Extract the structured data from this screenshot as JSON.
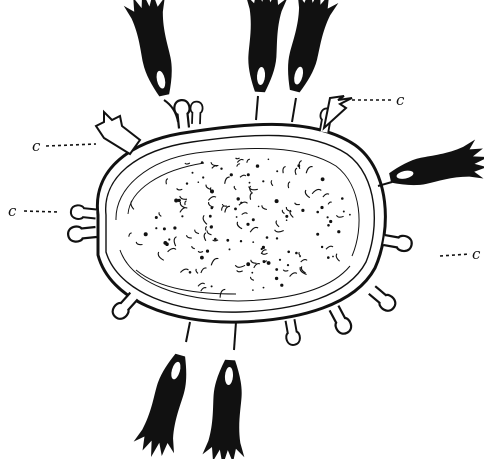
{
  "figure": {
    "labels": {
      "c_upper_right": "c",
      "c_upper_left": "c",
      "c_left": "c",
      "c_right": "c"
    },
    "colors": {
      "ink": "#111111",
      "paper": "#ffffff"
    }
  }
}
